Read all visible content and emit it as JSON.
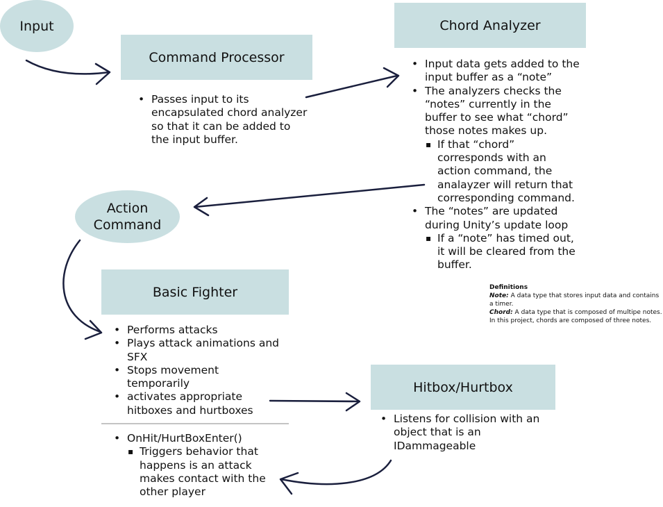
{
  "nodes": {
    "input": "Input",
    "command_processor": "Command Processor",
    "chord_analyzer": "Chord Analyzer",
    "action_command_line1": "Action",
    "action_command_line2": "Command",
    "basic_fighter": "Basic Fighter",
    "hitbox_hurtbox": "Hitbox/Hurtbox"
  },
  "command_processor_notes": [
    "Passes input to its",
    "encapsulated chord analyzer",
    "so that it can be added to",
    "the input buffer."
  ],
  "chord_analyzer_notes": [
    {
      "level": 1,
      "text": "Input data gets added to the"
    },
    {
      "level": 0,
      "text": "input buffer as a “note”"
    },
    {
      "level": 1,
      "text": "The analyzers checks the"
    },
    {
      "level": 0,
      "text": "“notes” currently in the"
    },
    {
      "level": 0,
      "text": "buffer to see what “chord”"
    },
    {
      "level": 0,
      "text": "those notes makes up."
    },
    {
      "level": 2,
      "text": "If that “chord”"
    },
    {
      "level": 3,
      "text": "corresponds with an"
    },
    {
      "level": 3,
      "text": "action command, the"
    },
    {
      "level": 3,
      "text": "analayzer will return that"
    },
    {
      "level": 3,
      "text": "corresponding command."
    },
    {
      "level": 1,
      "text": "The “notes” are updated"
    },
    {
      "level": 0,
      "text": "during Unity’s update loop"
    },
    {
      "level": 2,
      "text": "If a “note” has timed out,"
    },
    {
      "level": 3,
      "text": "it will be cleared from the"
    },
    {
      "level": 3,
      "text": "buffer."
    }
  ],
  "basic_fighter_notes": [
    {
      "level": 1,
      "text": "Performs attacks"
    },
    {
      "level": 1,
      "text": "Plays attack animations and"
    },
    {
      "level": 0,
      "text": "SFX"
    },
    {
      "level": 1,
      "text": "Stops movement"
    },
    {
      "level": 0,
      "text": "temporarily"
    },
    {
      "level": 1,
      "text": "activates appropriate"
    },
    {
      "level": 0,
      "text": "hitboxes and hurtboxes"
    }
  ],
  "basic_fighter_callbacks": [
    {
      "level": 1,
      "text": "OnHit/HurtBoxEnter()"
    },
    {
      "level": 2,
      "text": "Triggers behavior that"
    },
    {
      "level": 3,
      "text": "happens is an attack"
    },
    {
      "level": 3,
      "text": "makes contact with the"
    },
    {
      "level": 3,
      "text": "other player"
    }
  ],
  "hitbox_notes": [
    {
      "level": 1,
      "text": "Listens for collision with an"
    },
    {
      "level": 0,
      "text": "object that is an"
    },
    {
      "level": 0,
      "text": "IDammageable"
    }
  ],
  "definitions": {
    "heading": "Definitions",
    "note_term": "Note:",
    "note_def": " A data type that stores input data and contains a timer.",
    "chord_term": "Chord:",
    "chord_def": " A data type that is composed of multipe notes. In this project, chords are composed of three notes."
  },
  "colors": {
    "node_fill": "#c9dfe1",
    "arrow": "#1a1f3d",
    "divider": "#c4c4c4"
  }
}
